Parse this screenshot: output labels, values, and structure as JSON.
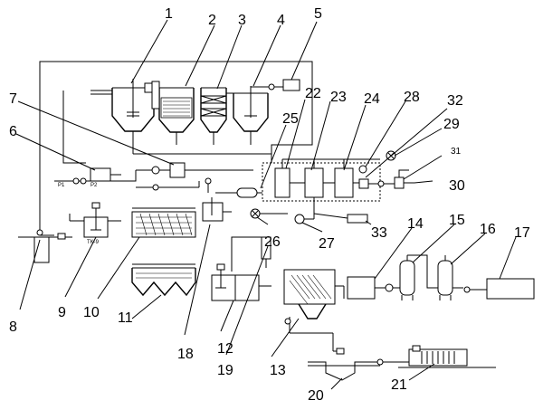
{
  "callouts": [
    {
      "id": "1",
      "label": "1"
    },
    {
      "id": "2",
      "label": "2"
    },
    {
      "id": "3",
      "label": "3"
    },
    {
      "id": "4",
      "label": "4"
    },
    {
      "id": "5",
      "label": "5"
    },
    {
      "id": "6",
      "label": "6"
    },
    {
      "id": "7",
      "label": "7"
    },
    {
      "id": "8",
      "label": "8"
    },
    {
      "id": "9",
      "label": "9"
    },
    {
      "id": "10",
      "label": "10"
    },
    {
      "id": "11",
      "label": "11"
    },
    {
      "id": "12",
      "label": "12"
    },
    {
      "id": "13",
      "label": "13"
    },
    {
      "id": "14",
      "label": "14"
    },
    {
      "id": "15",
      "label": "15"
    },
    {
      "id": "16",
      "label": "16"
    },
    {
      "id": "17",
      "label": "17"
    },
    {
      "id": "18",
      "label": "18"
    },
    {
      "id": "19",
      "label": "19"
    },
    {
      "id": "20",
      "label": "20"
    },
    {
      "id": "21",
      "label": "21"
    },
    {
      "id": "22",
      "label": "22"
    },
    {
      "id": "23",
      "label": "23"
    },
    {
      "id": "24",
      "label": "24"
    },
    {
      "id": "25",
      "label": "25"
    },
    {
      "id": "26",
      "label": "26"
    },
    {
      "id": "27",
      "label": "27"
    },
    {
      "id": "28",
      "label": "28"
    },
    {
      "id": "29",
      "label": "29"
    },
    {
      "id": "30",
      "label": "30"
    },
    {
      "id": "31",
      "label": "31"
    },
    {
      "id": "32",
      "label": "32"
    },
    {
      "id": "33",
      "label": "33"
    }
  ],
  "small_marks": {
    "pump_a": "P1",
    "pump_b": "P2",
    "tank_9": "TK-9"
  }
}
